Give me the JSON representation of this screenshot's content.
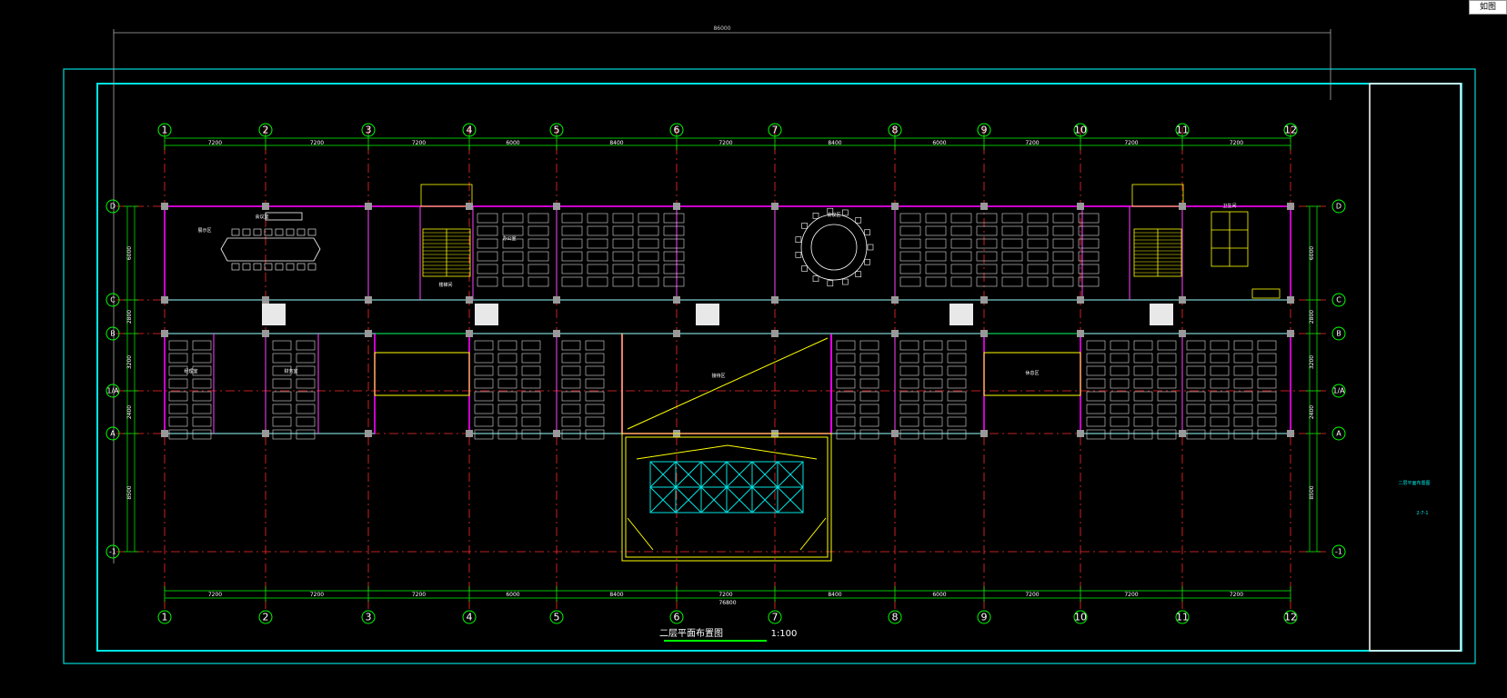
{
  "corner_button": {
    "label": "如图"
  },
  "drawing": {
    "title": "二层平面布置图",
    "scale": "1:100",
    "overall_dimension": "86000",
    "overall_dimension_bottom": "76800",
    "title_block_label": "二层平面布置图",
    "title_block_sheet": "2-7-1"
  },
  "grid_columns": [
    "1",
    "2",
    "3",
    "4",
    "5",
    "6",
    "7",
    "8",
    "9",
    "10",
    "11",
    "12"
  ],
  "grid_rows": [
    "D",
    "C",
    "B",
    "1/A",
    "A",
    "-1"
  ],
  "column_spacings": [
    "7200",
    "7200",
    "7200",
    "6000",
    "8400",
    "7200",
    "8400",
    "6000",
    "7200",
    "7200",
    "7200"
  ],
  "row_spacings": [
    "6000",
    "2800",
    "3200",
    "2400",
    "8500"
  ],
  "rooms": [
    "会议室",
    "展示区",
    "经理室",
    "财务室",
    "办公室",
    "接待区",
    "会议区",
    "卫生间",
    "楼梯间",
    "休息区"
  ],
  "colors": {
    "background": "#000000",
    "frame": "#00e5e5",
    "wall": "#ff00ff",
    "grid_line": "#ff2a2a",
    "dimension": "#00ff00",
    "furniture": "#ffffff",
    "stair": "#ffff00"
  }
}
